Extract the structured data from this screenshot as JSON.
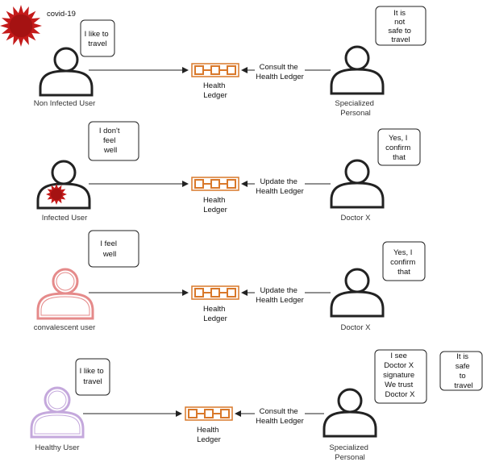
{
  "virus_label": "covid-19",
  "colors": {
    "line": "#222222",
    "ledger": "#d9782a",
    "virus": "#c41a1a",
    "convalescent": "#e58a8a",
    "healthy": "#c4a8dc"
  },
  "rows": [
    {
      "left_bubble": [
        "I like to",
        "travel"
      ],
      "left_label": "Non Infected User",
      "arrow_label": [
        "Consult the",
        "Health Ledger"
      ],
      "ledger_label": [
        "Health",
        "Ledger"
      ],
      "right_bubble": [
        "It is",
        "not",
        "safe to",
        "travel"
      ],
      "right_label": [
        "Specialized",
        "Personal"
      ]
    },
    {
      "left_bubble": [
        "I don't",
        "feel",
        "well"
      ],
      "left_label": "Infected User",
      "arrow_label": [
        "Update the",
        "Health Ledger"
      ],
      "ledger_label": [
        "Health",
        "Ledger"
      ],
      "right_bubble": [
        "Yes, I",
        "confirm",
        "that"
      ],
      "right_label": [
        "Doctor X"
      ]
    },
    {
      "left_bubble": [
        "I feel",
        "well"
      ],
      "left_label": "convalescent user",
      "arrow_label": [
        "Update the",
        "Health Ledger"
      ],
      "ledger_label": [
        "Health",
        "Ledger"
      ],
      "right_bubble": [
        "Yes, I",
        "confirm",
        "that"
      ],
      "right_label": [
        "Doctor X"
      ]
    },
    {
      "left_bubble": [
        "I like to",
        "travel"
      ],
      "left_label": "Healthy User",
      "arrow_label": [
        "Consult the",
        "Health Ledger"
      ],
      "ledger_label": [
        "Health",
        "Ledger"
      ],
      "right_bubble": [
        "I see",
        "Doctor X",
        "signature",
        "We trust",
        "Doctor X"
      ],
      "right_label": [
        "Specialized",
        "Personal"
      ],
      "extra_bubble": [
        "It is",
        "safe",
        "to",
        "travel"
      ]
    }
  ]
}
